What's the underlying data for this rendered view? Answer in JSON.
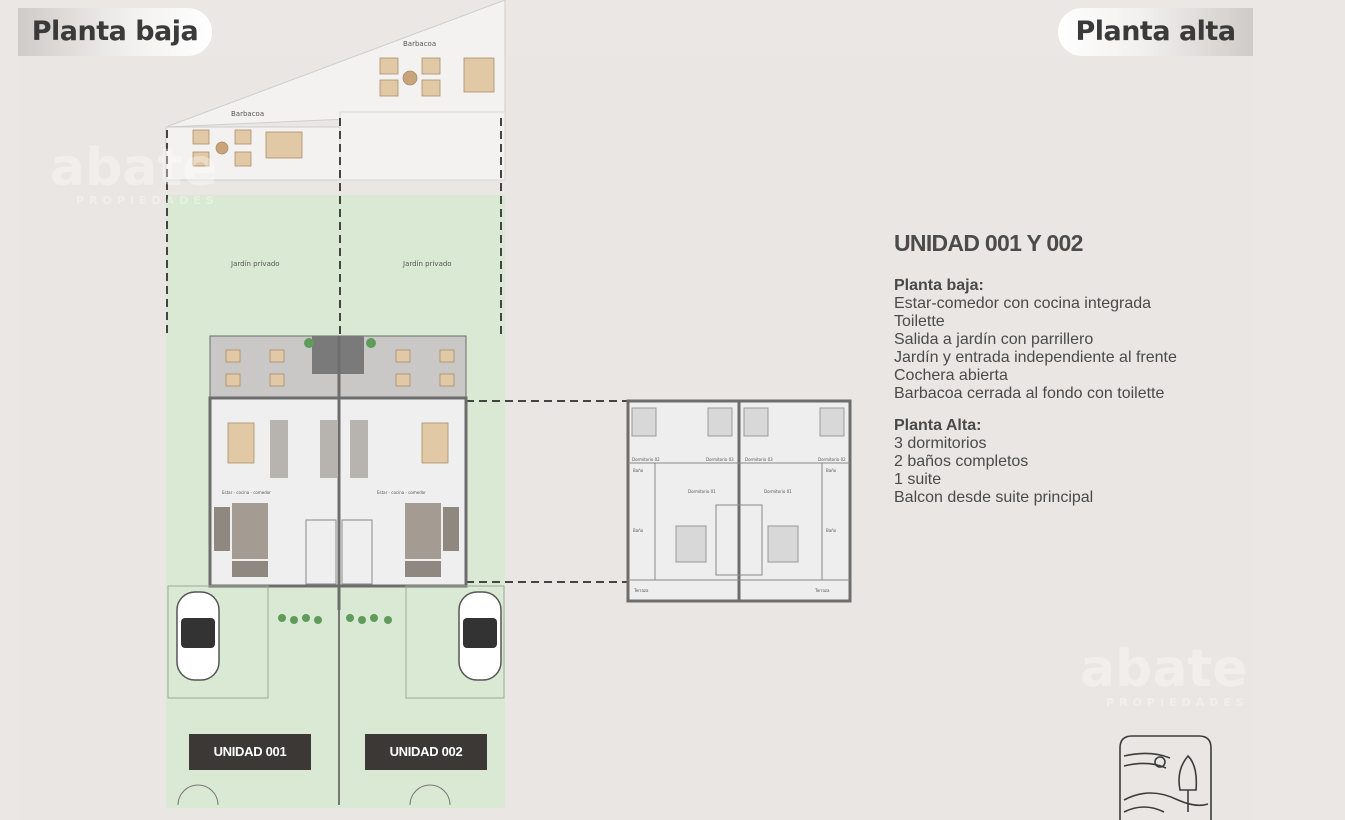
{
  "headers": {
    "left": "Planta baja",
    "right": "Planta alta"
  },
  "info": {
    "title": "UNIDAD 001 Y 002",
    "planta_baja_title": "Planta baja:",
    "planta_baja_items": [
      "Estar-comedor con cocina integrada",
      "Toilette",
      "Salida a jardín con parrillero",
      "Jardín y entrada independiente al frente",
      "Cochera abierta",
      "Barbacoa cerrada al fondo con toilette"
    ],
    "planta_alta_title": "Planta Alta:",
    "planta_alta_items": [
      "3 dormitorios",
      "2 baños completos",
      "1 suite",
      "Balcon desde suite principal"
    ]
  },
  "plan_labels": {
    "barbacoa_top": "Barbacoa",
    "barbacoa_left": "Barbacoa",
    "jardin_left": "Jardín privado",
    "jardin_right": "Jardín privado",
    "estar_left": "Estar - cocina - comedor",
    "estar_right": "Estar - cocina - comedor",
    "dormitorio_02_left": "Dormitorio 02",
    "dormitorio_03_left": "Dormitorio 03",
    "dormitorio_03_right": "Dormitorio 03",
    "dormitorio_02_right": "Dormitorio 02",
    "dormitorio_01_left": "Dormitorio 01",
    "dormitorio_01_right": "Dormitorio 01",
    "bano_a": "Baño",
    "bano_b": "Baño",
    "bano_c": "Baño",
    "bano_d": "Baño",
    "terraza_left": "Terraza",
    "terraza_right": "Terraza"
  },
  "units": {
    "unit_001": "UNIDAD 001",
    "unit_002": "UNIDAD 002"
  },
  "watermark": {
    "brand": "abate",
    "sub": "PROPIEDADES"
  },
  "colors": {
    "background": "#ebe7e4",
    "garden": "#d9e9d3",
    "title_text": "#4b4b4b",
    "label_bg": "#3b3836"
  }
}
